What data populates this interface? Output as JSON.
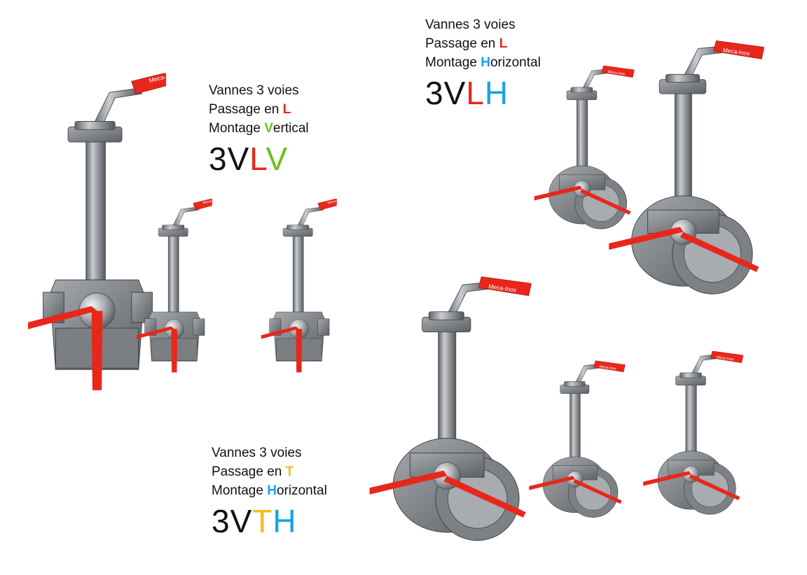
{
  "colors": {
    "red": "#e8271b",
    "green": "#6fbf1e",
    "blue": "#1aa3e0",
    "yellow": "#f6b81a",
    "steel": "#8f9296",
    "text": "#111111"
  },
  "handle_brand": "Meca-Inox",
  "groups": [
    {
      "line1": "Vannes 3 voies",
      "line2_prefix": "Passage en ",
      "line2_letter": "L",
      "line3_letter": "V",
      "line3_rest": "ertical",
      "code_prefix": "3V",
      "code_letter1": "L",
      "code_letter2": "V",
      "letter_colors": [
        "red",
        "green"
      ]
    },
    {
      "line1": "Vannes 3 voies",
      "line2_prefix": "Passage en ",
      "line2_letter": "L",
      "line3_prefix": "Montage ",
      "line3_letter": "H",
      "line3_rest": "orizontal",
      "code_prefix": "3V",
      "code_letter1": "L",
      "code_letter2": "H",
      "letter_colors": [
        "red",
        "blue"
      ]
    },
    {
      "line1": "Vannes 3 voies",
      "line2_prefix": "Passage en ",
      "line2_letter": "T",
      "line3_prefix": "Montage ",
      "line3_letter": "H",
      "line3_rest": "orizontal",
      "code_prefix": "3V",
      "code_letter1": "T",
      "code_letter2": "H",
      "letter_colors": [
        "yellow",
        "blue"
      ]
    }
  ],
  "line3_prefix_vertical": "Montage "
}
